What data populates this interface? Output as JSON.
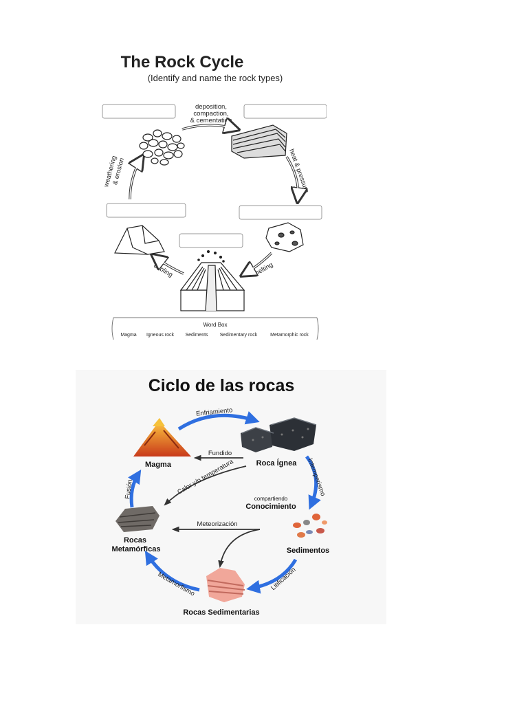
{
  "figure1": {
    "title": "The Rock Cycle",
    "subtitle": "(Identify and name the rock types)",
    "processes": {
      "deposition_line1": "deposition,",
      "deposition_line2": "compaction,",
      "deposition_line3": "& cementation",
      "heat_pressure": "heat & pressure",
      "weathering_line1": "weathering",
      "weathering_line2": "& erosion",
      "melting": "melting",
      "cooling": "cooling"
    },
    "word_box": {
      "title": "Word Box",
      "words": [
        "Magma",
        "Igneous rock",
        "Sediments",
        "Sedimentary rock",
        "Metamorphic rock"
      ]
    },
    "answer_boxes": [
      "",
      "",
      "",
      "",
      ""
    ]
  },
  "figure2": {
    "title": "Ciclo de las rocas",
    "labels": {
      "magma": "Magma",
      "roca_ignea": "Roca Ígnea",
      "sedimentos": "Sedimentos",
      "rocas_sedimentarias": "Rocas Sedimentarias",
      "rocas_metamorficas_line1": "Rocas",
      "rocas_metamorficas_line2": "Metamórficas",
      "watermark_line1": "compartiendo",
      "watermark_line2": "Conocimiento"
    },
    "processes": {
      "enfriamiento": "Enfriamiento",
      "fundido": "Fundido",
      "intemperismo": "Intemperismo",
      "litificacion": "Litificación",
      "metamorfismo": "Metamorfismo",
      "fusion": "Fusión",
      "calor": "Calor y/o temperatura",
      "meteorizacion": "Meteorización"
    },
    "colors": {
      "arrow_blue": "#2f6fe0",
      "background": "#f7f7f7",
      "magma_orange": "#e8541e"
    }
  }
}
